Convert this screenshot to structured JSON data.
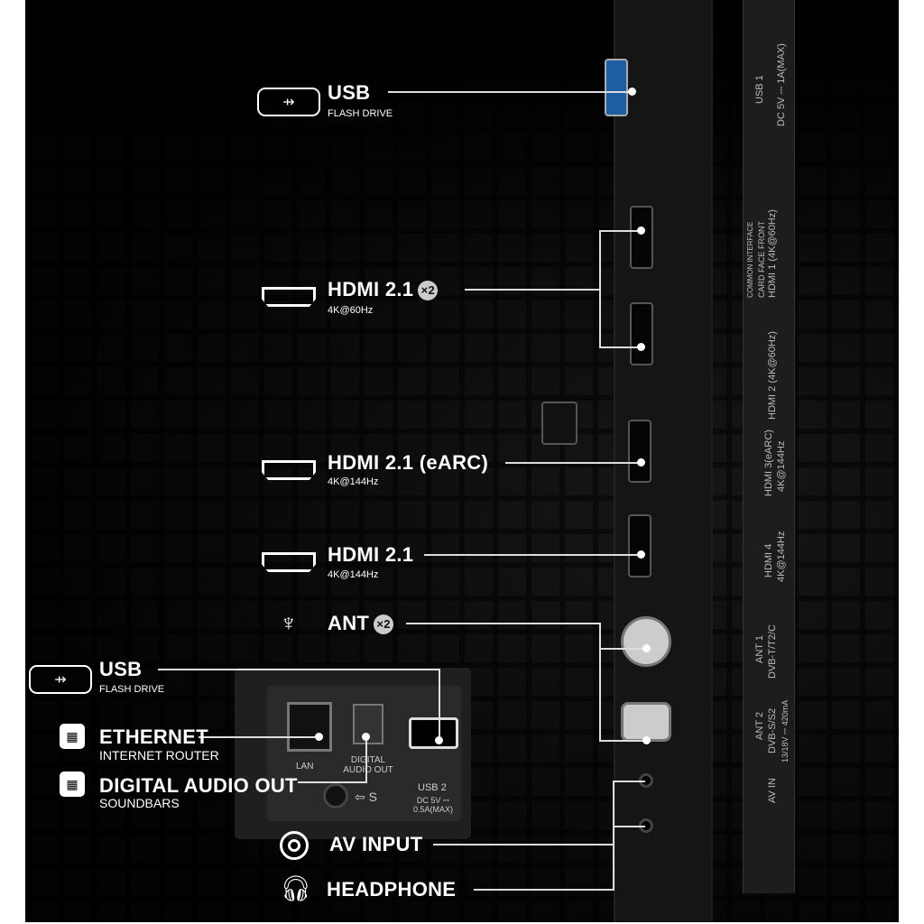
{
  "callouts": {
    "usb_top": {
      "title": "USB",
      "subtitle": "FLASH DRIVE",
      "icon": "usb-icon"
    },
    "hdmi_pair": {
      "title": "HDMI 2.1",
      "badge": "×2",
      "subtitle": "4K@60Hz",
      "icon": "hdmi-icon"
    },
    "hdmi_earc": {
      "title": "HDMI 2.1 (eARC)",
      "subtitle": "4K@144Hz",
      "icon": "hdmi-icon"
    },
    "hdmi_4": {
      "title": "HDMI 2.1",
      "subtitle": "4K@144Hz",
      "icon": "hdmi-icon"
    },
    "ant": {
      "title": "ANT",
      "badge": "×2",
      "icon": "antenna-icon"
    },
    "usb_side": {
      "title": "USB",
      "subtitle": "FLASH DRIVE",
      "icon": "usb-icon"
    },
    "ethernet": {
      "title": "ETHERNET",
      "subtitle": "INTERNET ROUTER",
      "icon": "ethernet-icon"
    },
    "audio": {
      "title": "DIGITAL AUDIO OUT",
      "subtitle": "SOUNDBARS",
      "icon": "ethernet-icon"
    },
    "av": {
      "title": "AV INPUT",
      "icon": "av-icon"
    },
    "headphone": {
      "title": "HEADPHONE",
      "icon": "headphone-icon"
    }
  },
  "panel_labels": {
    "usb1": "USB 1",
    "usb1_power": "DC 5V ⎓ 1A(MAX)",
    "ci1": "COMMON INTERFACE",
    "ci2": "CARD FACE FRONT",
    "hdmi1": "HDMI 1 (4K@60Hz)",
    "hdmi2": "HDMI 2 (4K@60Hz)",
    "hdmi3": "HDMI 3(eARC)",
    "hdmi3_spec": "4K@144Hz",
    "hdmi4": "HDMI 4",
    "hdmi4_spec": "4K@144Hz",
    "ant1": "ANT 1",
    "ant1_spec": "DVB-T/T2/C",
    "ant2": "ANT 2",
    "ant2_spec": "DVB-S/S2",
    "ant2_power": "13/18V ⎓ 420mA",
    "avin": "AV IN"
  },
  "side_panel": {
    "lan": "LAN",
    "digital": "DIGITAL",
    "audio_out": "AUDIO OUT",
    "usb2": "USB 2",
    "usb2_power": "DC 5V ⎓ 0.5A(MAX)",
    "screw": "⇦ S"
  }
}
